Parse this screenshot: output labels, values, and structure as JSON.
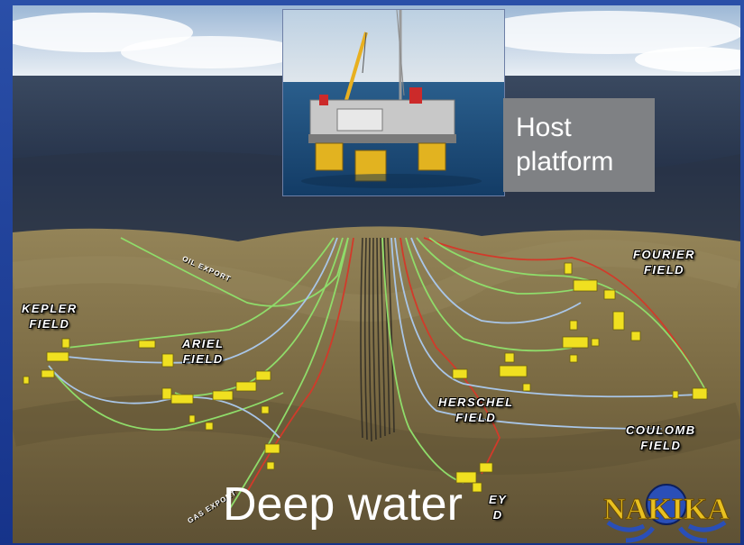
{
  "callout": {
    "line1": "Host",
    "line2": "platform"
  },
  "fields": {
    "kepler": {
      "line1": "KEPLER",
      "line2": "FIELD"
    },
    "ariel": {
      "line1": "ARIEL",
      "line2": "FIELD"
    },
    "fourier": {
      "line1": "FOURIER",
      "line2": "FIELD"
    },
    "herschel": {
      "line1": "HERSCHEL",
      "line2": "FIELD"
    },
    "coulomb": {
      "line1": "COULOMB",
      "line2": "FIELD"
    },
    "east_anstey_partial": {
      "line1": "EY",
      "line2": "D"
    }
  },
  "pipeline_labels": {
    "oil_export": "OIL EXPORT",
    "gas_export": "GAS EXPORT"
  },
  "caption": "Deep water",
  "logo_text": "NAKIKA",
  "colors": {
    "frame": "#1f43a0",
    "seafloor": "#7d6c45",
    "ocean": "#2e3c52",
    "callout_bg": "#7f8184",
    "flowline_green": "#8fdc6a",
    "flowline_red": "#d23a2a",
    "flowline_blue": "#a9c6e8",
    "equipment_yellow": "#f0e020"
  }
}
